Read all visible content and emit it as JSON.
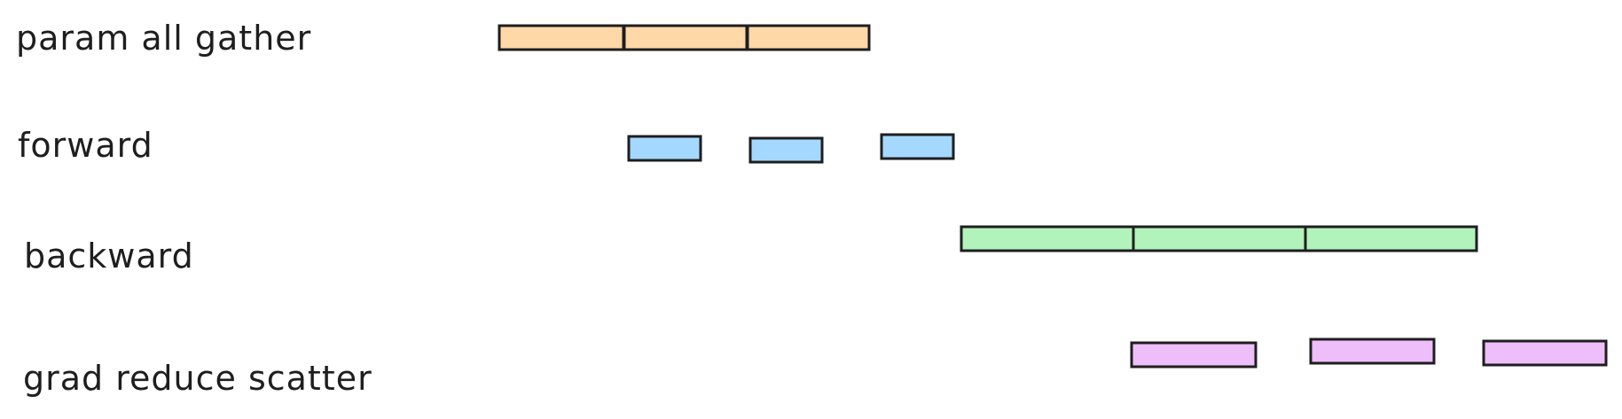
{
  "rows": [
    {
      "label": "param all gather",
      "color": "#ffd8a8",
      "blocks": 3
    },
    {
      "label": "forward",
      "color": "#a5d8ff",
      "blocks": 3
    },
    {
      "label": "backward",
      "color": "#b2f2bb",
      "blocks": 3
    },
    {
      "label": "grad reduce scatter",
      "color": "#eebefa",
      "blocks": 3
    }
  ],
  "stroke_color": "#1e1e1e"
}
